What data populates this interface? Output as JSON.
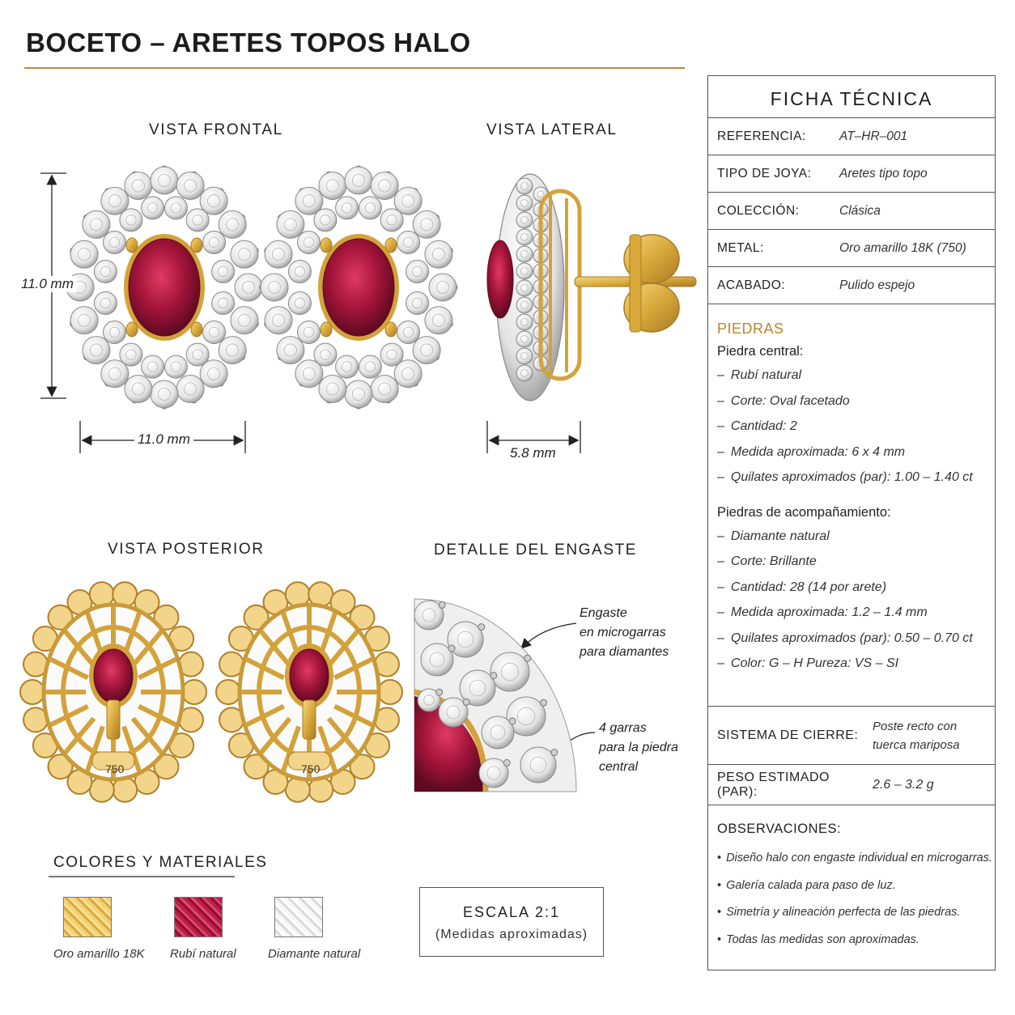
{
  "title": "BOCETO – ARETES TOPOS HALO",
  "views": {
    "frontal": "VISTA FRONTAL",
    "lateral": "VISTA LATERAL",
    "posterior": "VISTA POSTERIOR",
    "detail": "DETALLE DEL ENGASTE"
  },
  "dimensions": {
    "height": "11.0 mm",
    "width": "11.0 mm",
    "depth": "5.8 mm"
  },
  "hallmark": "750",
  "callouts": {
    "microprongs": [
      "Engaste",
      "en microgarras",
      "para diamantes"
    ],
    "prongs": [
      "4 garras",
      "para la piedra",
      "central"
    ]
  },
  "materials": {
    "title": "COLORES Y MATERIALES",
    "items": [
      {
        "label": "Oro amarillo 18K",
        "color": "#e2b54a"
      },
      {
        "label": "Rubí natural",
        "color": "#b8163f"
      },
      {
        "label": "Diamante natural",
        "color": "#e6e6e6"
      }
    ]
  },
  "scale": {
    "title": "ESCALA  2:1",
    "note": "(Medidas aproximadas)"
  },
  "colors": {
    "gold": "#e2b54a",
    "ruby": "#a3143a",
    "accent": "#b8862f"
  },
  "spec": {
    "heading": "FICHA TÉCNICA",
    "rows": [
      {
        "key": "REFERENCIA:",
        "value": "AT–HR–001"
      },
      {
        "key": "TIPO DE JOYA:",
        "value": "Aretes tipo topo"
      },
      {
        "key": "COLECCIÓN:",
        "value": "Clásica"
      },
      {
        "key": "METAL:",
        "value": "Oro amarillo 18K (750)"
      },
      {
        "key": "ACABADO:",
        "value": "Pulido espejo"
      }
    ],
    "stones": {
      "title": "PIEDRAS",
      "central_title": "Piedra central:",
      "central": [
        "Rubí natural",
        "Corte: Oval facetado",
        "Cantidad: 2",
        "Medida aproximada: 6 x 4 mm",
        "Quilates aproximados (par): 1.00 – 1.40 ct"
      ],
      "accent_title": "Piedras de acompañamiento:",
      "accent": [
        "Diamante natural",
        "Corte: Brillante",
        "Cantidad: 28 (14 por arete)",
        "Medida aproximada: 1.2 – 1.4 mm",
        "Quilates aproximados (par): 0.50 – 0.70 ct",
        "Color:  G – H     Pureza:  VS – SI"
      ]
    },
    "closure": {
      "key": "SISTEMA DE CIERRE:",
      "value_1": "Poste recto con",
      "value_2": "tuerca mariposa"
    },
    "weight": {
      "key": "PESO ESTIMADO (PAR):",
      "value": "2.6 – 3.2 g"
    },
    "observations": {
      "title": "OBSERVACIONES:",
      "items": [
        "Diseño halo con engaste individual en microgarras.",
        "Galería calada para paso de luz.",
        "Simetría y alineación perfecta de las piedras.",
        "Todas las medidas son aproximadas."
      ]
    }
  }
}
